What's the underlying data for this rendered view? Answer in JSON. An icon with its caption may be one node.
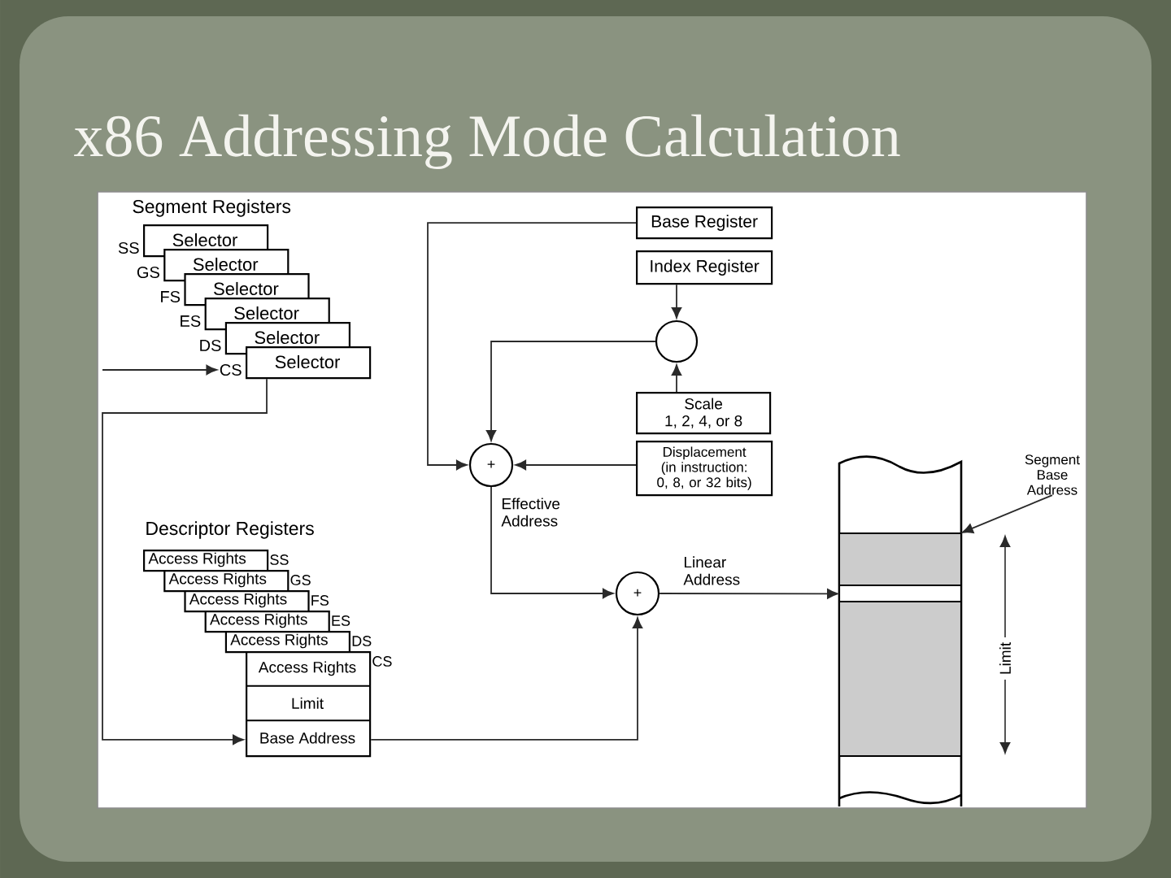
{
  "diagram": {
    "title": "x86 Addressing Mode Calculation",
    "nodes": [
      {
        "text": [
          "Selector"
        ],
        "beside": [
          "SS"
        ]
      },
      {
        "text": [
          "Selector"
        ],
        "beside": [
          "GS"
        ]
      },
      {
        "text": [
          "Selector"
        ],
        "beside": [
          "FS"
        ]
      },
      {
        "text": [
          "Selector"
        ],
        "beside": [
          "ES"
        ]
      },
      {
        "text": [
          "Selector"
        ],
        "beside": [
          "DS"
        ]
      },
      {
        "text": [
          "Selector"
        ],
        "beside": [
          "CS"
        ]
      },
      {
        "text": [
          "Access Rights"
        ],
        "beside": [
          "SS"
        ]
      },
      {
        "text": [
          "Access Rights"
        ],
        "beside": [
          "GS"
        ]
      },
      {
        "text": [
          "Access Rights"
        ],
        "beside": [
          "FS"
        ]
      },
      {
        "text": [
          "Access Rights"
        ],
        "beside": [
          "ES"
        ]
      },
      {
        "text": [
          "Access Rights"
        ],
        "beside": [
          "DS"
        ]
      },
      {
        "text": [
          "Access Rights",
          "Limit",
          "Base Address"
        ],
        "beside": [
          "CS"
        ]
      },
      {
        "text": [
          "Base Register"
        ]
      },
      {
        "text": [
          "Index Register"
        ]
      },
      {
        "text": [],
        "shape": "circle"
      },
      {
        "text": [
          "Scale",
          "1, 2, 4, or 8"
        ]
      },
      {
        "text": [
          "Displacement",
          "(in instruction: 0, 8, or 32 bits)"
        ]
      },
      {
        "text": [
          "+"
        ]
      },
      {
        "text": [
          "+"
        ]
      },
      {
        "text": [],
        "shape": "box"
      },
      {
        "text": [],
        "shape": "box",
        "in": 19
      },
      {
        "text": [],
        "shape": "box",
        "in": 20
      },
      {
        "text": [
          "Segment Base Address"
        ]
      }
    ],
    "edges": [
      {
        "from": null,
        "to": 5,
        "arrow": "to"
      },
      {
        "from": 5,
        "to": 11,
        "arrow": "to"
      },
      {
        "from": 12,
        "to": 17,
        "arrow": "to"
      },
      {
        "from": 13,
        "to": 14,
        "arrow": "to"
      },
      {
        "from": 15,
        "to": 14,
        "arrow": "to"
      },
      {
        "from": 14,
        "to": 17,
        "arrow": "to"
      },
      {
        "from": 16,
        "to": 17,
        "arrow": "to"
      },
      {
        "from": 17,
        "to": 18,
        "arrow": "to",
        "label": "Effective Address"
      },
      {
        "from": 11,
        "to": 18,
        "arrow": "to"
      },
      {
        "from": 18,
        "to": 21,
        "arrow": "to",
        "label": "Linear Address"
      },
      {
        "from": 22,
        "to": 20,
        "arrow": "to"
      }
    ],
    "labels": [
      "Segment Registers",
      "Descriptor Registers",
      "Limit"
    ]
  }
}
